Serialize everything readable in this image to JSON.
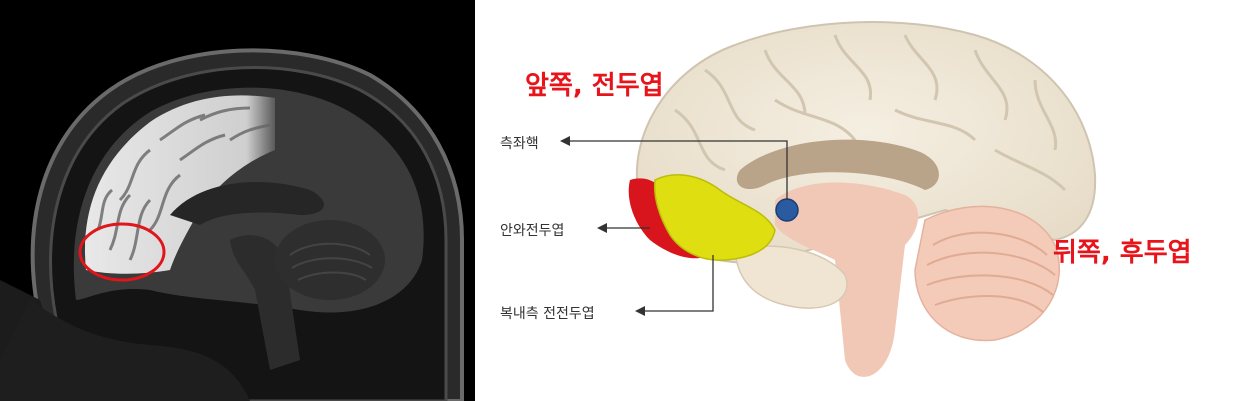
{
  "labels": {
    "anterior": "앞쪽, 전두엽",
    "posterior": "뒤쪽, 후두엽",
    "claustrum_nucleus": "측좌핵",
    "orbitofrontal": "안와전두엽",
    "ventromedial": "복내측 전전두엽"
  },
  "colors": {
    "highlight_circle": "#e0161c",
    "orbitofrontal_region": "#d8141c",
    "ventromedial_region": "#dede10",
    "nucleus": "#2a5aa0",
    "label_red": "#e8141c"
  },
  "icons": {
    "arrow": "arrow-left-icon"
  }
}
